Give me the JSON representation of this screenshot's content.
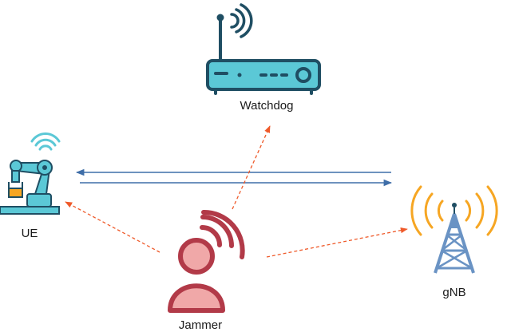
{
  "nodes": {
    "ue": {
      "label": "UE",
      "icon": "robot-arm-wireless-icon"
    },
    "watchdog": {
      "label": "Watchdog",
      "icon": "wifi-router-icon"
    },
    "gnb": {
      "label": "gNB",
      "icon": "cell-tower-icon"
    },
    "jammer": {
      "label": "Jammer",
      "icon": "jammer-person-icon"
    }
  },
  "links": [
    {
      "from": "gnb",
      "to": "ue",
      "style": "solid"
    },
    {
      "from": "ue",
      "to": "gnb",
      "style": "solid"
    },
    {
      "from": "jammer",
      "to": "ue",
      "style": "dashed"
    },
    {
      "from": "jammer",
      "to": "watchdog",
      "style": "dashed"
    },
    {
      "from": "jammer",
      "to": "gnb",
      "style": "dashed"
    }
  ],
  "colors": {
    "primary": "#1f4e63",
    "teal": "#5bc8d6",
    "uplink": "#3f6ea8",
    "jamming": "#ef5a2a",
    "jammer_fill": "#f0a8a8",
    "jammer_stroke": "#b23a48",
    "signal_orange": "#f6a623",
    "tower_steel": "#6a93c4"
  }
}
